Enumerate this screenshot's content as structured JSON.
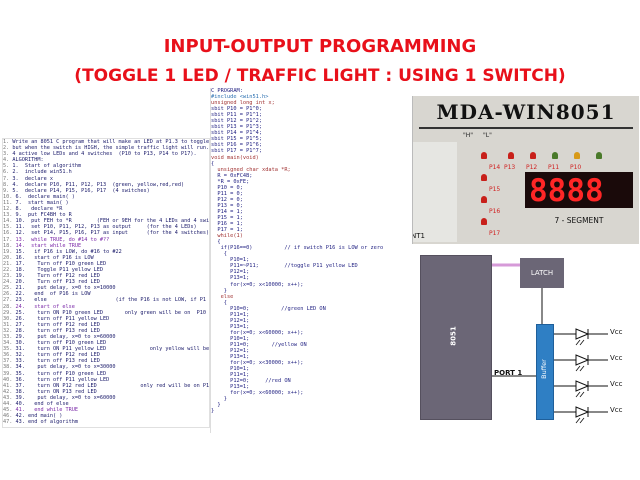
{
  "title": {
    "line1": "INPUT-OUTPUT PROGRAMMING",
    "line2": "(TOGGLE 1 LED / TRAFFIC LIGHT : USING 1 SWITCH)"
  },
  "algorithm": [
    {
      "n": "1.",
      "t": "Write an 8051 C program that will make an LED at P1.3 to toggle"
    },
    {
      "n": "2.",
      "t": "but when the switch is HIGH, the simple traffic light will run."
    },
    {
      "n": "3.",
      "t": "4 active low LEDs and 4 switches  (P10 to P13, P14 to P17)."
    },
    {
      "n": "4.",
      "t": "ALGORITHM:"
    },
    {
      "n": "5.",
      "t": "1.  Start of algorithm"
    },
    {
      "n": "6.",
      "t": "2.  include win51.h"
    },
    {
      "n": "7.",
      "t": "3.  declare x"
    },
    {
      "n": "8.",
      "t": "4.  declare P10, P11, P12, P13  (green, yellow,red,red)"
    },
    {
      "n": "9.",
      "t": "5.  declare P14, P15, P16, P17  (4 switches)"
    },
    {
      "n": "10.",
      "t": "6.  declare main( )"
    },
    {
      "n": "11.",
      "t": "7.  start main( )"
    },
    {
      "n": "12.",
      "t": "8.   declare *R"
    },
    {
      "n": "13.",
      "t": "9.  put FC4BH to R"
    },
    {
      "n": "14.",
      "t": "10.  put FEH to *R        (FEH or 9EH for the 4 LEDs and 4 switch"
    },
    {
      "n": "15.",
      "t": "11.  set P10, P11, P12, P13 as output     (for the 4 LEDs)"
    },
    {
      "n": "16.",
      "t": "12.  set P14, P15, P16, P17 as input      (for the 4 switches)"
    },
    {
      "n": "17.",
      "t": "13.  while TRUE, do #14 to #??",
      "k": true
    },
    {
      "n": "18.",
      "t": "14.  start while TRUE",
      "k": true
    },
    {
      "n": "19.",
      "t": "15.   if P16 is LOW, do #16 to #22"
    },
    {
      "n": "20.",
      "t": "16.   start of P16 is LOW"
    },
    {
      "n": "21.",
      "t": "17.    Turn off P10 green LED"
    },
    {
      "n": "22.",
      "t": "18.    Toggle P11 yellow LED"
    },
    {
      "n": "23.",
      "t": "19.    Turn off P12 red LED"
    },
    {
      "n": "24.",
      "t": "20.    Turn off P13 red LED"
    },
    {
      "n": "25.",
      "t": "21.    put delay, x=0 to x=10000"
    },
    {
      "n": "26.",
      "t": "22.   end  of P16 is LOW"
    },
    {
      "n": "27.",
      "t": "23.   else                      (if the P16 is not LOW, if P1"
    },
    {
      "n": "28.",
      "t": "24.   start of else",
      "k": true
    },
    {
      "n": "29.",
      "t": "25.    turn ON P10 green LED       only green will be on  P10"
    },
    {
      "n": "30.",
      "t": "26.    turn off P11 yellow LED"
    },
    {
      "n": "31.",
      "t": "27.    turn off P12 red LED"
    },
    {
      "n": "32.",
      "t": "28.    turn off P13 red LED"
    },
    {
      "n": "33.",
      "t": "29.    put delay, x=0 to x=60000"
    },
    {
      "n": "34.",
      "t": "30.    turn off P10 green LED"
    },
    {
      "n": "35.",
      "t": "31.    turn ON P11 yellow LED              only yellow will be on"
    },
    {
      "n": "36.",
      "t": "32.    turn off P12 red LED"
    },
    {
      "n": "37.",
      "t": "33.    turn off P13 red LED"
    },
    {
      "n": "38.",
      "t": "34.    put delay, x=0 to x=30000"
    },
    {
      "n": "39.",
      "t": "35.    turn off P10 green LED"
    },
    {
      "n": "40.",
      "t": "36.    turn off P11 yellow LED"
    },
    {
      "n": "41.",
      "t": "37.    turn ON P12 red LED              only red will be on P1"
    },
    {
      "n": "42.",
      "t": "38.    turn ON P13 red LED"
    },
    {
      "n": "43.",
      "t": "39.    put delay, x=0 to x=60000"
    },
    {
      "n": "44.",
      "t": "40.   end of else"
    },
    {
      "n": "45.",
      "t": "41.   end while TRUE",
      "k": true
    },
    {
      "n": "46.",
      "t": "42. end main( )"
    },
    {
      "n": "47.",
      "t": "43. end of algorithm"
    }
  ],
  "code": [
    {
      "t": "C PROGRAM:",
      "c": "cm"
    },
    {
      "t": "#include <win51.h>",
      "c": "pp"
    },
    {
      "t": "unsigned long int x;",
      "c": "ty"
    },
    {
      "t": "sbit P10 = P1^0;",
      "c": "cm"
    },
    {
      "t": "sbit P11 = P1^1;",
      "c": "cm"
    },
    {
      "t": "sbit P12 = P1^2;",
      "c": "cm"
    },
    {
      "t": "sbit P13 = P1^3;",
      "c": "cm"
    },
    {
      "t": "sbit P14 = P1^4;",
      "c": "cm"
    },
    {
      "t": "sbit P15 = P1^5;",
      "c": "cm"
    },
    {
      "t": "sbit P16 = P1^6;",
      "c": "cm"
    },
    {
      "t": "sbit P17 = P1^7;",
      "c": "cm"
    },
    {
      "t": "void main(void)",
      "c": "ty"
    },
    {
      "t": "{",
      "c": "cm"
    },
    {
      "t": "  unsigned char xdata *R;",
      "c": "ty"
    },
    {
      "t": "  R = 0xFC4B;",
      "c": "cm"
    },
    {
      "t": "  *R = 0xFE;",
      "c": "cm"
    },
    {
      "t": "  P10 = 0;",
      "c": "cm"
    },
    {
      "t": "  P11 = 0;",
      "c": "cm"
    },
    {
      "t": "  P12 = 0;",
      "c": "cm"
    },
    {
      "t": "  P13 = 0;",
      "c": "cm"
    },
    {
      "t": "  P14 = 1;",
      "c": "cm"
    },
    {
      "t": "  P15 = 1;",
      "c": "cm"
    },
    {
      "t": "  P16 = 1;",
      "c": "cm"
    },
    {
      "t": "  P17 = 1;",
      "c": "cm"
    },
    {
      "t": "  while(1)",
      "c": "ty"
    },
    {
      "t": "  {",
      "c": "cm"
    },
    {
      "t": "   if(P16==0)          // if switch P16 is LOW or zero",
      "c": "cm"
    },
    {
      "t": "    {",
      "c": "cm"
    },
    {
      "t": "      P10=1;",
      "c": "cm"
    },
    {
      "t": "      P11=~P11;        //toggle P11 yellow LED",
      "c": "cm"
    },
    {
      "t": "      P12=1;",
      "c": "cm"
    },
    {
      "t": "      P13=1;",
      "c": "cm"
    },
    {
      "t": "      for(x=0; x<10000; x++);",
      "c": "cm"
    },
    {
      "t": "    }",
      "c": "cm"
    },
    {
      "t": "   else",
      "c": "ty"
    },
    {
      "t": "    {",
      "c": "cm"
    },
    {
      "t": "      P10=0;          //green LED ON",
      "c": "cm"
    },
    {
      "t": "      P11=1;",
      "c": "cm"
    },
    {
      "t": "      P12=1;",
      "c": "cm"
    },
    {
      "t": "      P13=1;",
      "c": "cm"
    },
    {
      "t": "      for(x=0; x<60000; x++);",
      "c": "cm"
    },
    {
      "t": "      P10=1;",
      "c": "cm"
    },
    {
      "t": "      P11=0;       //yellow ON",
      "c": "cm"
    },
    {
      "t": "      P12=1;",
      "c": "cm"
    },
    {
      "t": "      P13=1;",
      "c": "cm"
    },
    {
      "t": "      for(x=0; x<30000; x++);",
      "c": "cm"
    },
    {
      "t": "      P10=1;",
      "c": "cm"
    },
    {
      "t": "      P11=1;",
      "c": "cm"
    },
    {
      "t": "      P12=0;     //red ON",
      "c": "cm"
    },
    {
      "t": "      P13=1;",
      "c": "cm"
    },
    {
      "t": "      for(x=0; x<60000; x++);",
      "c": "cm"
    },
    {
      "t": "    }",
      "c": "cm"
    },
    {
      "t": "  }",
      "c": "cm"
    },
    {
      "t": "}",
      "c": "cm"
    }
  ],
  "board": {
    "brand": "MDA-WIN8051",
    "h_label": "\"H\"",
    "l_label": "\"L\"",
    "led_labels": [
      "P13",
      "P12",
      "P11",
      "P10"
    ],
    "switch_labels": [
      "P14",
      "P15",
      "P16",
      "P17"
    ],
    "display": "8888",
    "display_caption": "7 - SEGMENT",
    "edge_label": "NT1"
  },
  "diagram": {
    "chip": "8051",
    "latch": "LATCH",
    "buffer": "Buffer",
    "port": "PORT 1",
    "vcc": [
      "Vcc",
      "Vcc",
      "Vcc",
      "Vcc"
    ]
  },
  "colors": {
    "title": "#e8101a",
    "chip": "#6b6676",
    "buffer": "#2f7fc4",
    "latch_line": "#d69ad8",
    "segment": "#ff2626"
  }
}
